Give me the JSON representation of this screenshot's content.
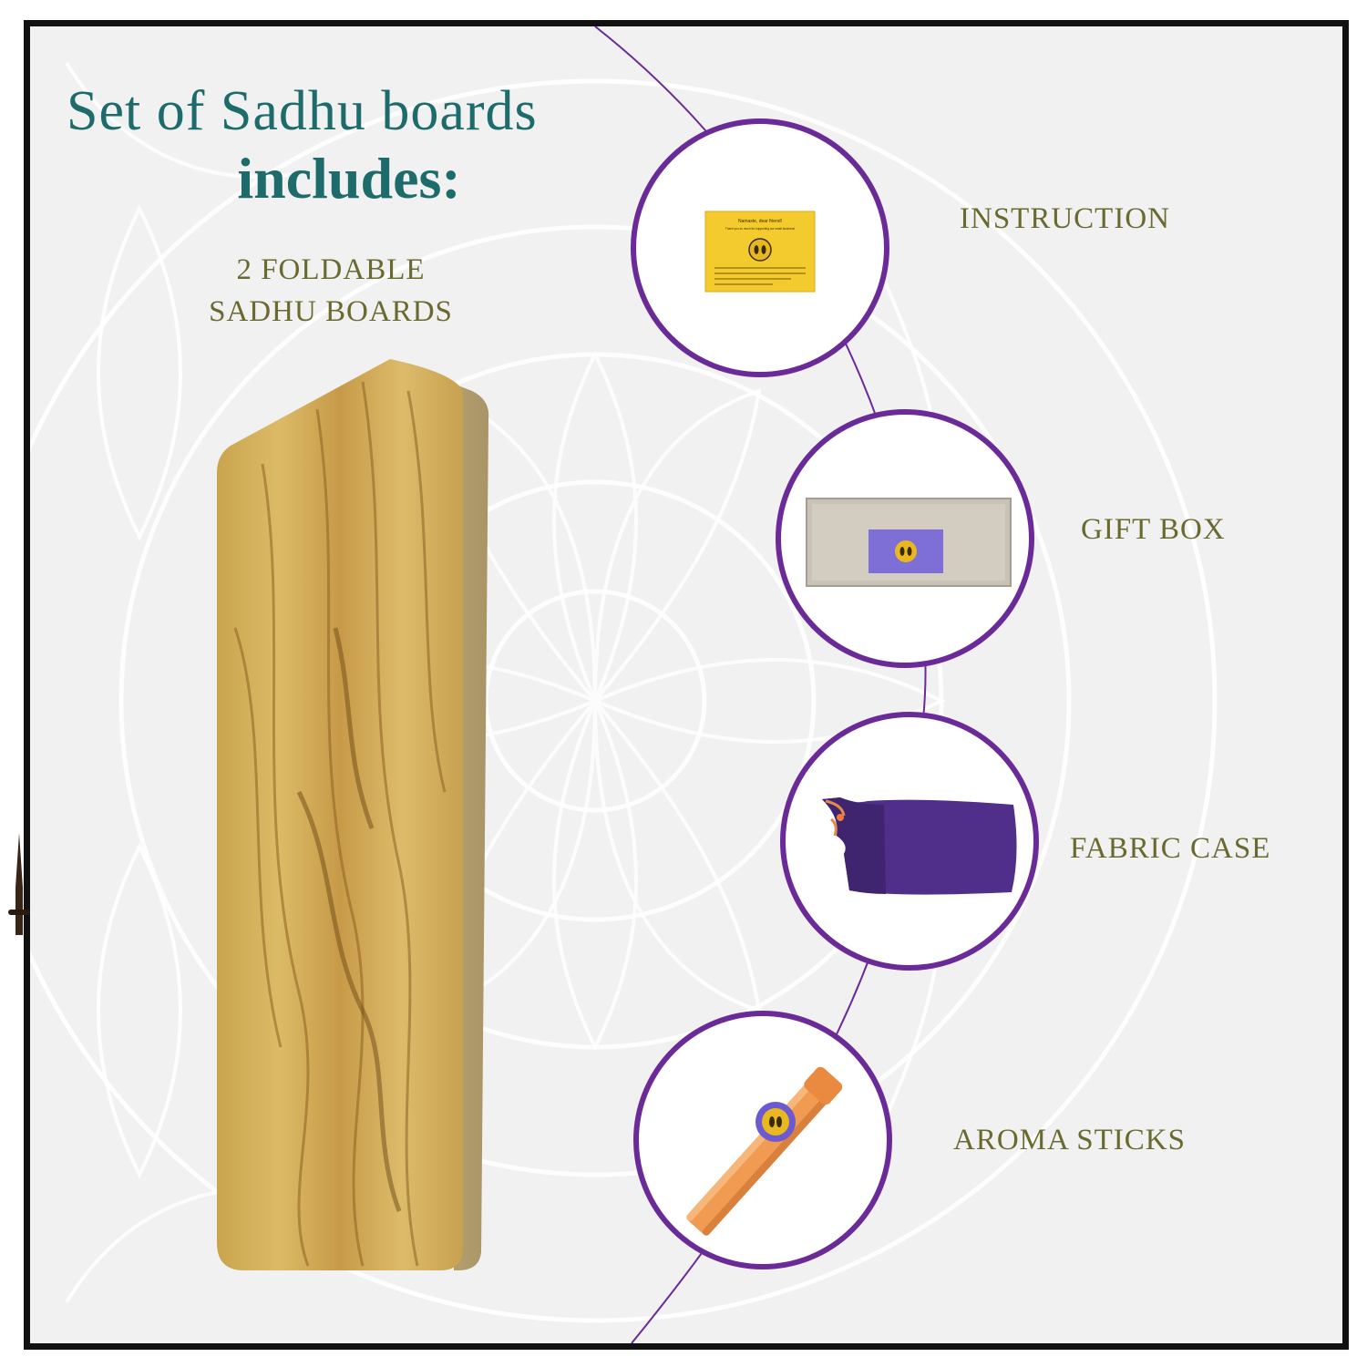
{
  "header": {
    "title_line1": "Set of Sadhu boards",
    "title_line2": "includes:"
  },
  "boards": {
    "label_line1": "2 FOLDABLE",
    "label_line2": "SADHU BOARDS"
  },
  "items": [
    {
      "label": "INSTRUCTION",
      "icon": "instruction-card-icon"
    },
    {
      "label": "GIFT BOX",
      "icon": "gift-box-icon"
    },
    {
      "label": "FABRIC CASE",
      "icon": "fabric-case-icon"
    },
    {
      "label": "AROMA STICKS",
      "icon": "aroma-sticks-icon"
    }
  ],
  "instruction_card": {
    "heading": "Namaste, dear friend!",
    "subheading": "Thank you so much for supporting our small business!"
  },
  "colors": {
    "title": "#1d6b6b",
    "label": "#6a6a30",
    "circle_border": "#6a2b98",
    "frame": "#111111"
  }
}
